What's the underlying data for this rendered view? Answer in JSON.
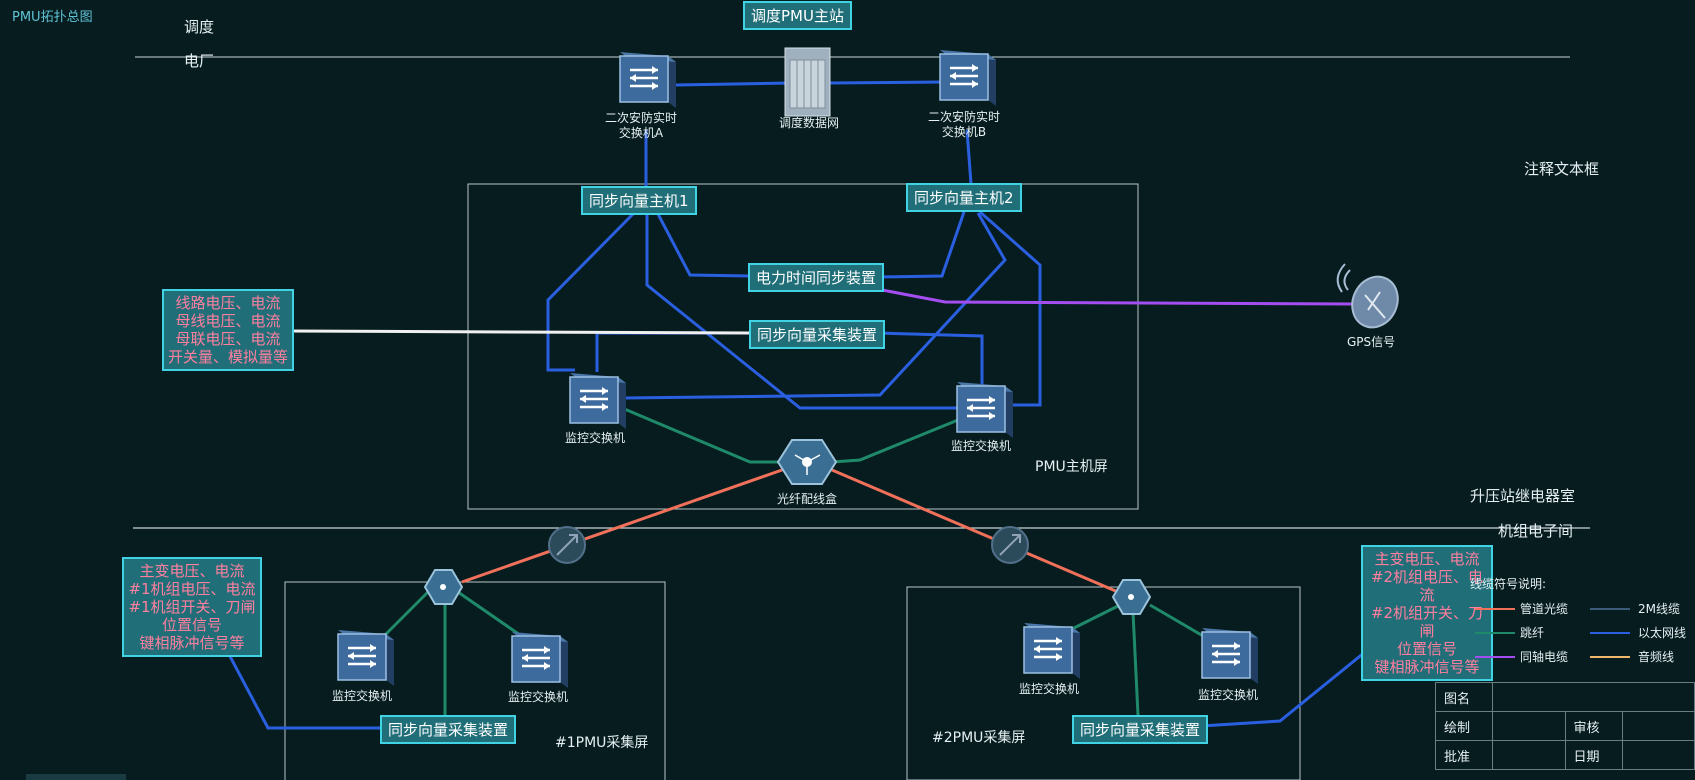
{
  "title": "PMU拓扑总图",
  "zones": {
    "dispatch": "调度",
    "plant": "电厂",
    "annotation": "注释文本框",
    "relay_room": "升压站继电器室",
    "unit_room": "机组电子间",
    "pmu_host_screen": "PMU主机屏",
    "pmu1_screen": "#1PMU采集屏",
    "pmu2_screen": "#2PMU采集屏"
  },
  "nodes": {
    "dispatch_master": "调度PMU主站",
    "switch_a": [
      "二次安防实时",
      "交换机A"
    ],
    "switch_b": [
      "二次安防实时",
      "交换机B"
    ],
    "dispatch_net": "调度数据网",
    "host1": "同步向量主机1",
    "host2": "同步向量主机2",
    "time_sync": "电力时间同步装置",
    "collector_main": "同步向量采集装置",
    "monitor_switch": "监控交换机",
    "fiber_box": "光纤配线盒",
    "gps": "GPS信号",
    "collector_1": "同步向量采集装置",
    "collector_2": "同步向量采集装置"
  },
  "info_boxes": {
    "line_signals": [
      "线路电压、电流",
      "母线电压、电流",
      "母联电压、电流",
      "开关量、模拟量等"
    ],
    "unit1_signals": [
      "主变电压、电流",
      "#1机组电压、电流",
      "#1机组开关、刀闸",
      "位置信号",
      "键相脉冲信号等"
    ],
    "unit2_signals": [
      "主变电压、电流",
      "#2机组电压、电流",
      "#2机组开关、刀闸",
      "位置信号",
      "键相脉冲信号等"
    ]
  },
  "legend": {
    "title": "线缆符号说明:",
    "items": [
      {
        "label": "管道光缆",
        "color": "#f0705a"
      },
      {
        "label": "2M线缆",
        "color": "#3a5b7a"
      },
      {
        "label": "跳纤",
        "color": "#1f8a6a"
      },
      {
        "label": "以太网线",
        "color": "#2a5fe0"
      },
      {
        "label": "同轴电缆",
        "color": "#a44df0"
      },
      {
        "label": "音频线",
        "color": "#f0b86a"
      }
    ]
  },
  "title_block": {
    "name": "图名",
    "draw": "绘制",
    "check": "审核",
    "approve": "批准",
    "date": "日期"
  }
}
